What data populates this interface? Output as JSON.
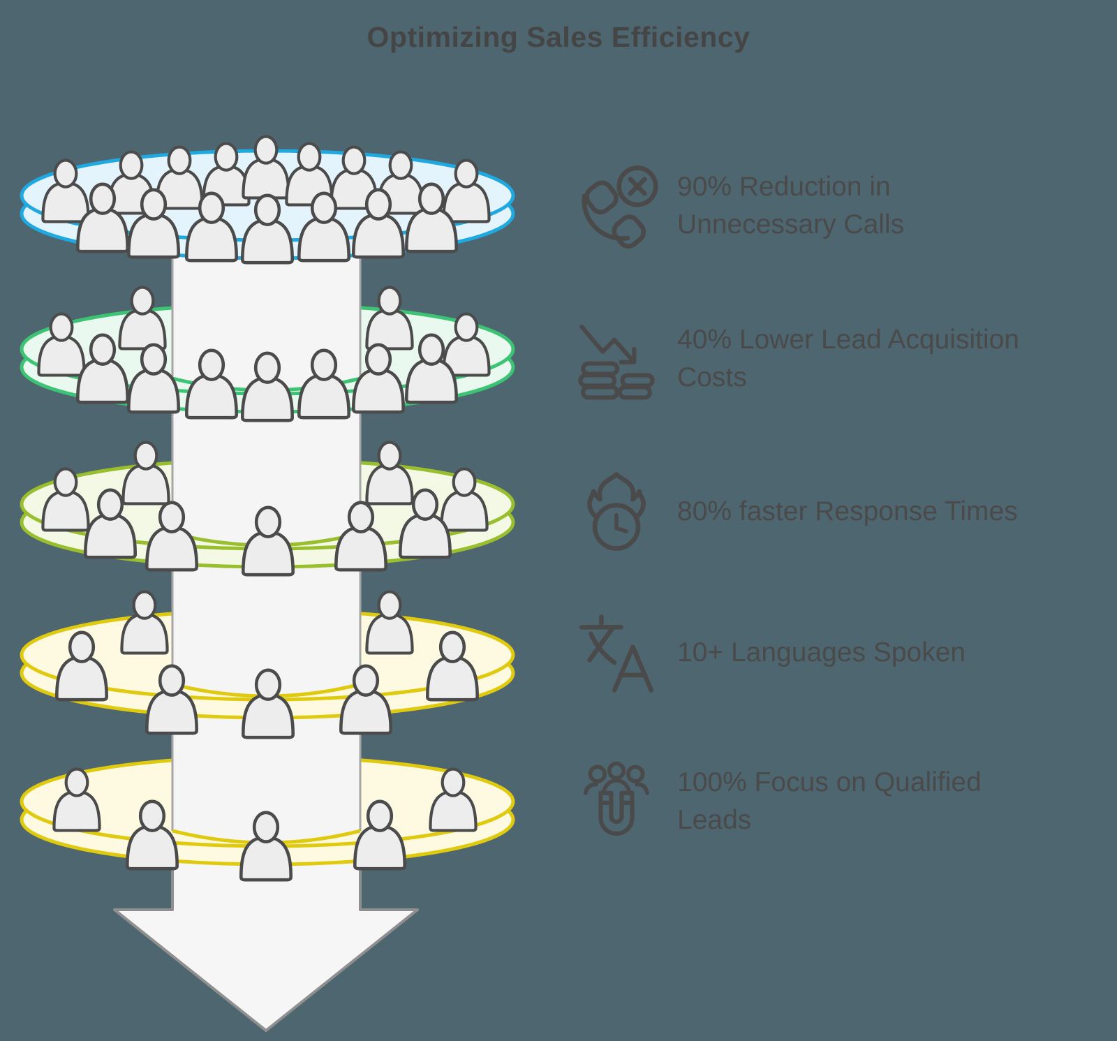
{
  "title": "Optimizing Sales Efficiency",
  "colors": {
    "background": "#4d6670",
    "title_text": "#454545",
    "benefit_text": "#4a4a4a",
    "icon_stroke": "#4a4a4a",
    "person_fill": "#ededed",
    "person_stroke": "#4b4b4b",
    "column_fill": "#f5f5f5",
    "column_edge": "#a6a6a6",
    "arrow_fill": "#f6f6f6",
    "arrow_stroke": "#8f8f8f"
  },
  "funnel": {
    "direction": "down",
    "levels": [
      {
        "name": "stage-1",
        "people": 16,
        "fill": "#e4f4fd",
        "stroke": "#20a9e0"
      },
      {
        "name": "stage-2",
        "people": 11,
        "fill": "#eaf9ef",
        "stroke": "#3cc474"
      },
      {
        "name": "stage-3",
        "people": 9,
        "fill": "#f3f9e4",
        "stroke": "#9abf2e"
      },
      {
        "name": "stage-4",
        "people": 7,
        "fill": "#fdfae1",
        "stroke": "#e0ca10"
      },
      {
        "name": "stage-5",
        "people": 5,
        "fill": "#fdfae1",
        "stroke": "#e0ca10"
      }
    ]
  },
  "benefits": [
    {
      "icon": "phone-cancel-icon",
      "lines": [
        "90% Reduction in",
        "Unnecessary Calls"
      ]
    },
    {
      "icon": "lower-cost-icon",
      "lines": [
        "40% Lower Lead Acquisition",
        "Costs"
      ]
    },
    {
      "icon": "fast-response-icon",
      "lines": [
        "80% faster Response Times"
      ]
    },
    {
      "icon": "languages-icon",
      "lines": [
        "10+ Languages Spoken"
      ]
    },
    {
      "icon": "qualified-leads-icon",
      "lines": [
        "100% Focus on Qualified",
        "Leads"
      ]
    }
  ]
}
